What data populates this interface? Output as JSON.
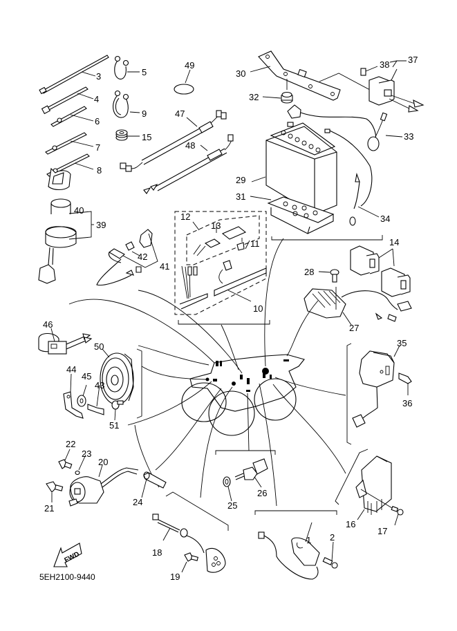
{
  "diagram": {
    "title": "Electrical parts exploded view",
    "drawing_code": "5EH2100-9440",
    "direction_marker": "FWD",
    "callouts": [
      {
        "id": "c1",
        "text": "1"
      },
      {
        "id": "c2",
        "text": "2"
      },
      {
        "id": "c3",
        "text": "3"
      },
      {
        "id": "c4",
        "text": "4"
      },
      {
        "id": "c5",
        "text": "5"
      },
      {
        "id": "c6",
        "text": "6"
      },
      {
        "id": "c7",
        "text": "7"
      },
      {
        "id": "c8",
        "text": "8"
      },
      {
        "id": "c9",
        "text": "9"
      },
      {
        "id": "c10",
        "text": "10"
      },
      {
        "id": "c11",
        "text": "11"
      },
      {
        "id": "c12",
        "text": "12"
      },
      {
        "id": "c13",
        "text": "13"
      },
      {
        "id": "c14",
        "text": "14"
      },
      {
        "id": "c15",
        "text": "15"
      },
      {
        "id": "c16",
        "text": "16"
      },
      {
        "id": "c17",
        "text": "17"
      },
      {
        "id": "c18",
        "text": "18"
      },
      {
        "id": "c19",
        "text": "19"
      },
      {
        "id": "c20",
        "text": "20"
      },
      {
        "id": "c21",
        "text": "21"
      },
      {
        "id": "c22",
        "text": "22"
      },
      {
        "id": "c23",
        "text": "23"
      },
      {
        "id": "c24",
        "text": "24"
      },
      {
        "id": "c25",
        "text": "25"
      },
      {
        "id": "c26",
        "text": "26"
      },
      {
        "id": "c27",
        "text": "27"
      },
      {
        "id": "c28",
        "text": "28"
      },
      {
        "id": "c29",
        "text": "29"
      },
      {
        "id": "c30",
        "text": "30"
      },
      {
        "id": "c31",
        "text": "31"
      },
      {
        "id": "c32",
        "text": "32"
      },
      {
        "id": "c33",
        "text": "33"
      },
      {
        "id": "c34",
        "text": "34"
      },
      {
        "id": "c35",
        "text": "35"
      },
      {
        "id": "c36",
        "text": "36"
      },
      {
        "id": "c37",
        "text": "37"
      },
      {
        "id": "c38",
        "text": "38"
      },
      {
        "id": "c39",
        "text": "39"
      },
      {
        "id": "c40",
        "text": "40"
      },
      {
        "id": "c41",
        "text": "41"
      },
      {
        "id": "c42",
        "text": "42"
      },
      {
        "id": "c43",
        "text": "43"
      },
      {
        "id": "c44",
        "text": "44"
      },
      {
        "id": "c45",
        "text": "45"
      },
      {
        "id": "c46",
        "text": "46"
      },
      {
        "id": "c47",
        "text": "47"
      },
      {
        "id": "c48",
        "text": "48"
      },
      {
        "id": "c49",
        "text": "49"
      },
      {
        "id": "c50",
        "text": "50"
      },
      {
        "id": "c51",
        "text": "51"
      }
    ]
  }
}
